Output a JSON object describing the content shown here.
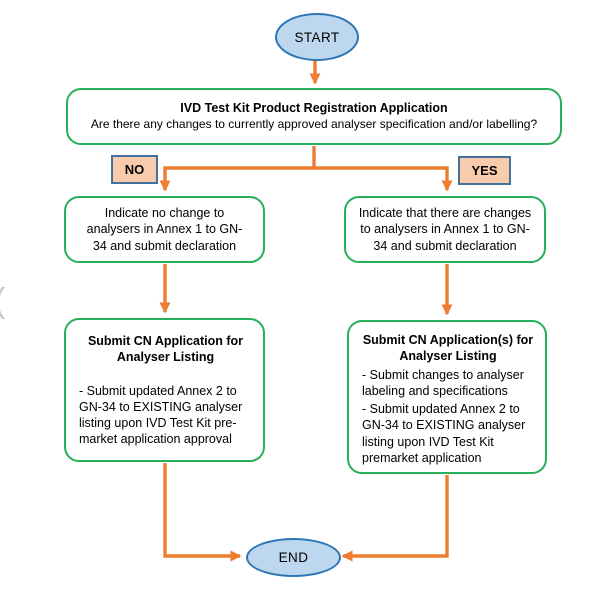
{
  "flowchart": {
    "start_label": "START",
    "end_label": "END",
    "question_box": {
      "title": "IVD Test Kit Product Registration Application",
      "question": "Are there any changes to currently approved analyser specification and/or labelling?"
    },
    "no_badge": "NO",
    "yes_badge": "YES",
    "no_branch": {
      "step1": "Indicate no change to analysers in Annex 1 to GN-34 and submit declaration",
      "step2_title": "Submit CN Application for Analyser Listing",
      "step2_body": "- Submit updated Annex 2 to GN-34 to EXISTING analyser listing upon IVD Test Kit pre-market application approval"
    },
    "yes_branch": {
      "step1": "Indicate that there are changes to analysers in Annex 1 to GN-34 and submit declaration",
      "step2_title": "Submit CN Application(s) for Analyser Listing",
      "step2_body_line1": "- Submit changes to analyser labeling and specifications",
      "step2_body_line2": "- Submit updated Annex 2 to GN-34 to EXISTING analyser listing upon IVD Test Kit premarket application"
    },
    "colors": {
      "arrow": "#ED7D31",
      "box_border": "#28AF5A",
      "oval_fill": "#BDD7EE",
      "oval_border": "#2E75B6",
      "badge_fill": "#F8CBAD",
      "badge_border": "#41719C"
    }
  }
}
